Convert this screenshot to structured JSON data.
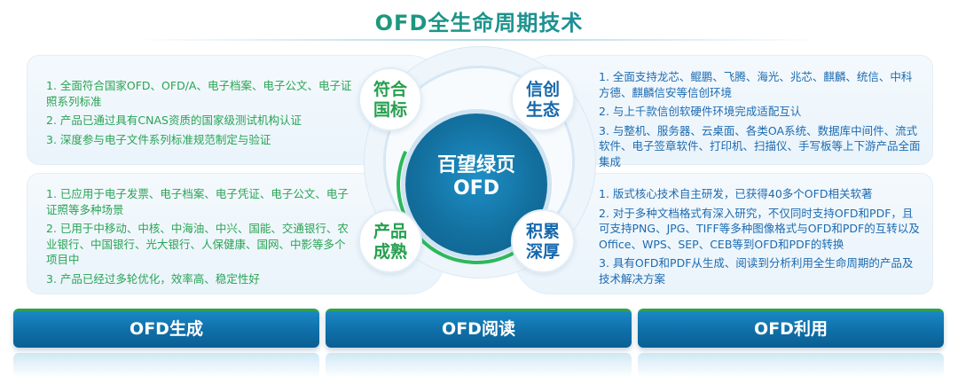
{
  "title": "OFD全生命周期技术",
  "center": {
    "line1": "百望绿页",
    "line2": "OFD"
  },
  "quadrants": {
    "top_left": {
      "label_line1": "符合",
      "label_line2": "国标",
      "items": [
        "1. 全面符合国家OFD、OFD/A、电子档案、电子公文、电子证照系列标准",
        "2. 产品已通过具有CNAS资质的国家级测试机构认证",
        "3. 深度参与电子文件系列标准规范制定与验证"
      ]
    },
    "top_right": {
      "label_line1": "信创",
      "label_line2": "生态",
      "items": [
        "1. 全面支持龙芯、鲲鹏、飞腾、海光、兆芯、麒麟、统信、中科方德、麒麟信安等信创环境",
        "2. 与上千款信创软硬件环境完成适配互认",
        "3. 与整机、服务器、云桌面、各类OA系统、数据库中间件、流式软件、电子签章软件、打印机、扫描仪、手写板等上下游产品全面集成"
      ]
    },
    "bottom_left": {
      "label_line1": "产品",
      "label_line2": "成熟",
      "items": [
        "1. 已应用于电子发票、电子档案、电子凭证、电子公文、电子证照等多种场景",
        "2. 已用于中移动、中核、中海油、中兴、国能、交通银行、农业银行、中国银行、光大银行、人保健康、国网、中影等多个项目中",
        "3. 产品已经过多轮优化，效率高、稳定性好"
      ]
    },
    "bottom_right": {
      "label_line1": "积累",
      "label_line2": "深厚",
      "items": [
        "1. 版式核心技术自主研发，已获得40多个OFD相关软著",
        "2. 对于多种文档格式有深入研究，不仅同时支持OFD和PDF，且可支持PNG、JPG、TIFF等多种图像格式与OFD和PDF的互转以及Office、WPS、SEP、CEB等到OFD和PDF的转换",
        "3. 具有OFD和PDF从生成、阅读到分析利用全生命周期的产品及技术解决方案"
      ]
    }
  },
  "bars": [
    "OFD生成",
    "OFD阅读",
    "OFD利用"
  ],
  "colors": {
    "green": "#25a04e",
    "blue": "#1668ad",
    "center": "#13709f"
  }
}
